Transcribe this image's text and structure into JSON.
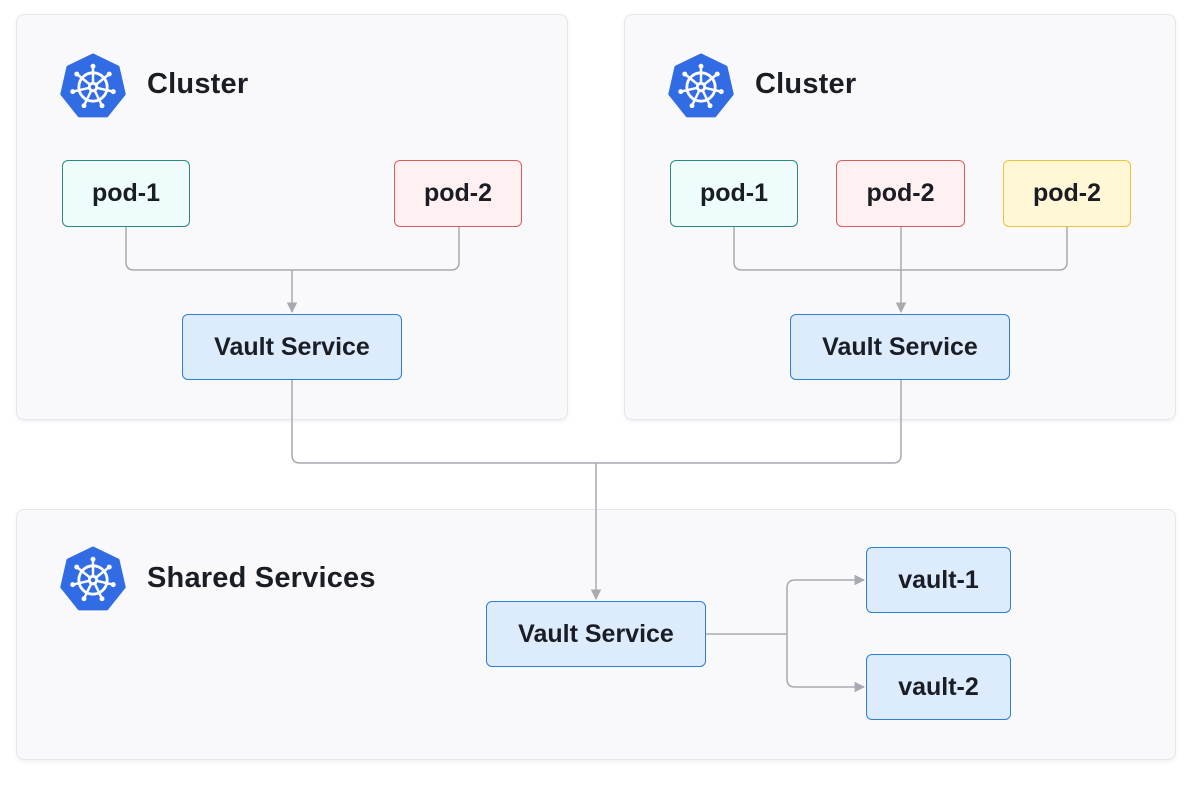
{
  "colors": {
    "kubernetes_blue": "#326ce5",
    "connector": "#a8aab2",
    "pod_teal": "#2b8a7e",
    "pod_red": "#e05c5c",
    "pod_yellow": "#f1c232",
    "service_blue": "#2f7fd1"
  },
  "icons": {
    "cluster_logo": "kubernetes-helm-wheel-icon"
  },
  "clusters": [
    {
      "title": "Cluster",
      "pods": [
        {
          "label": "pod-1",
          "color": "teal"
        },
        {
          "label": "pod-2",
          "color": "red"
        }
      ],
      "service": "Vault Service"
    },
    {
      "title": "Cluster",
      "pods": [
        {
          "label": "pod-1",
          "color": "teal"
        },
        {
          "label": "pod-2",
          "color": "red"
        },
        {
          "label": "pod-2",
          "color": "yellow"
        }
      ],
      "service": "Vault Service"
    }
  ],
  "shared": {
    "title": "Shared Services",
    "service": "Vault Service",
    "vaults": [
      "vault-1",
      "vault-2"
    ]
  }
}
